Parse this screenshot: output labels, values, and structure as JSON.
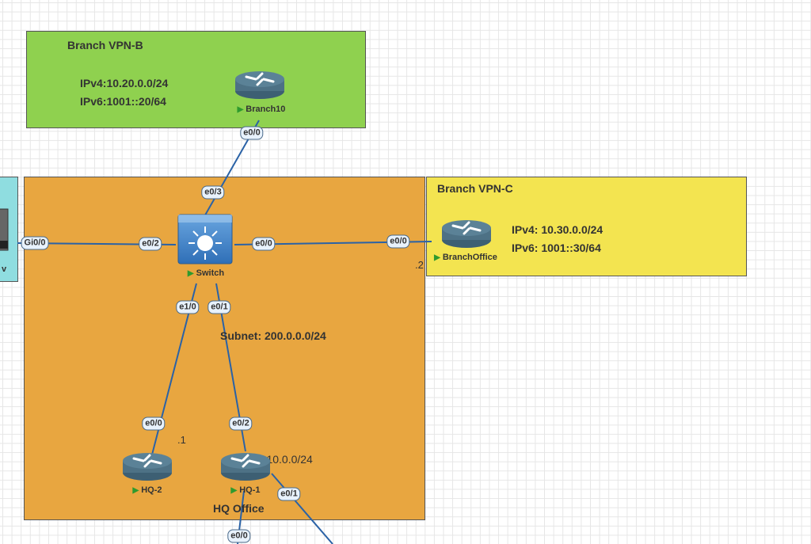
{
  "zones": {
    "branch_b": {
      "title": "Branch VPN-B",
      "ipv4": "IPv4:10.20.0.0/24",
      "ipv6": "IPv6:1001::20/64",
      "color": "#8fd14f"
    },
    "hq": {
      "title": "HQ Office",
      "subnet": "Subnet: 200.0.0.0/24",
      "network": "10.10.0.0/24",
      "color": "#e8a640"
    },
    "branch_c": {
      "title": "Branch VPN-C",
      "ipv4": "IPv4: 10.30.0.0/24",
      "ipv6": "IPv6: 1001::30/64",
      "color": "#f3e450"
    },
    "left": {
      "label_fragment": "v",
      "color": "#8fdde0"
    }
  },
  "nodes": {
    "branch10": {
      "name": "Branch10",
      "type": "router"
    },
    "switch": {
      "name": "Switch",
      "type": "switch"
    },
    "branch_office": {
      "name": "BranchOffice",
      "type": "router"
    },
    "hq2": {
      "name": "HQ-2",
      "type": "router"
    },
    "hq1": {
      "name": "HQ-1",
      "type": "router"
    }
  },
  "ports": {
    "branch10_e00": "e0/0",
    "switch_e03": "e0/3",
    "switch_e02": "e0/2",
    "switch_e00": "e0/0",
    "left_gi00": "Gi0/0",
    "branchoffice_e00": "e0/0",
    "switch_e10": "e1/0",
    "switch_e01": "e0/1",
    "hq2_e00": "e0/0",
    "hq1_e02": "e0/2",
    "hq1_e01": "e0/1",
    "hq1_e00": "e0/0"
  },
  "annotations": {
    "hq2_host": ".1",
    "branchoffice_host": ".2"
  },
  "status_indicator": "▶"
}
